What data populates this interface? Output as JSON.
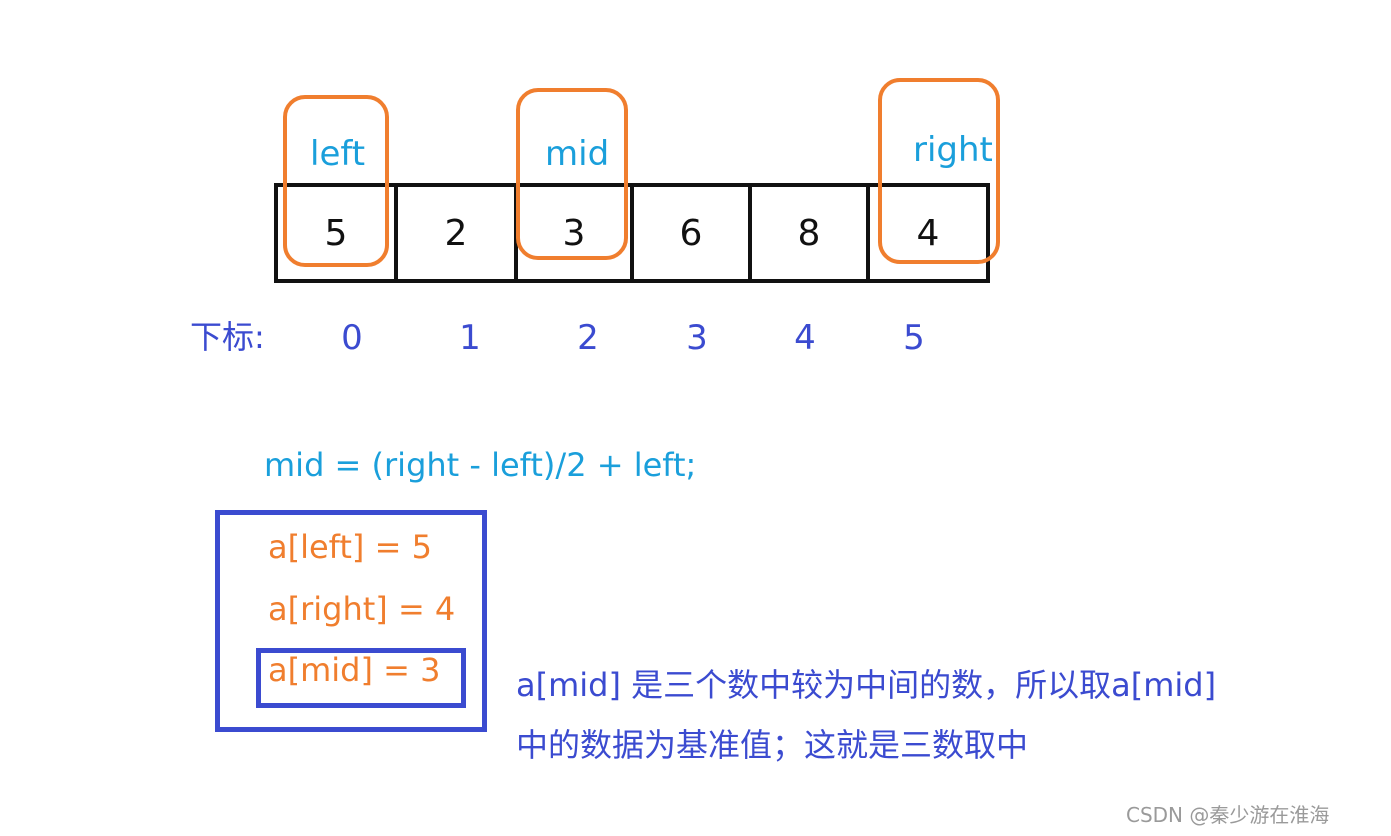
{
  "array": {
    "cells": [
      "5",
      "2",
      "3",
      "6",
      "8",
      "4"
    ],
    "index_label": "下标:",
    "indices": [
      "0",
      "1",
      "2",
      "3",
      "4",
      "5"
    ]
  },
  "pointers": {
    "left": "left",
    "mid": "mid",
    "right": "right"
  },
  "formula": "mid = (right - left)/2 + left;",
  "values_box": {
    "left_value": "a[left] = 5",
    "right_value": "a[right] = 4",
    "mid_value": "a[mid] = 3"
  },
  "explanation": {
    "line1": "a[mid] 是三个数中较为中间的数，所以取a[mid]",
    "line2": "中的数据为基准值；这就是三数取中"
  },
  "watermark": "CSDN @秦少游在淮海",
  "colors": {
    "pointer_box": "#f07e2e",
    "pointer_label": "#1a9fdb",
    "index_text": "#3b4bd0",
    "frame": "#3b4bd0"
  }
}
